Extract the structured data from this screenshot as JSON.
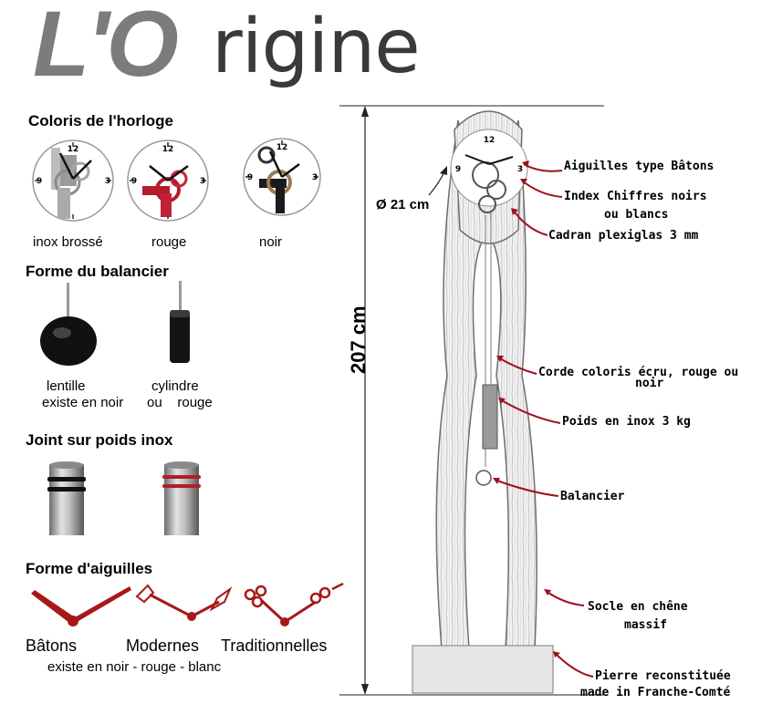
{
  "title": {
    "prefix": "L'O",
    "suffix": "rigine"
  },
  "sections": {
    "colors_title": "Coloris de l'horloge",
    "pendulum_title": "Forme du balancier",
    "joint_title": "Joint sur poids inox",
    "hands_title": "Forme d'aiguilles"
  },
  "clock_colors": [
    "inox brossé",
    "rouge",
    "noir"
  ],
  "clock_dial": {
    "n12": "12",
    "n3": "3",
    "n9": "9"
  },
  "pendulum": {
    "lentille_label": "lentille",
    "lentille_note": "existe en noir",
    "cylindre_label": "cylindre",
    "cylindre_note": "ou    rouge"
  },
  "hands": {
    "styles": [
      "Bâtons",
      "Modernes",
      "Traditionnelles"
    ],
    "note": "existe en noir - rouge - blanc"
  },
  "dimensions": {
    "height": "207 cm",
    "diameter": "Ø 21 cm"
  },
  "annotations": {
    "a1": "Aiguilles type Bâtons",
    "a2_1": "Index Chiffres noirs",
    "a2_2": "ou blancs",
    "a3": "Cadran plexiglas 3 mm",
    "a4_1": "Corde coloris écru, rouge ou",
    "a4_2": "noir",
    "a5": "Poids en inox 3 kg",
    "a6": "Balancier",
    "a7_1": "Socle en chêne",
    "a7_2": "massif",
    "a8_1": "Pierre reconstituée",
    "a8_2": "made in Franche-Comté"
  },
  "colors": {
    "accent_red": "#a0101e",
    "hand_red": "#a81818",
    "title_light": "#c9c9c9",
    "title_mid": "#7c7c7c",
    "title_dark": "#3a3a3a"
  }
}
